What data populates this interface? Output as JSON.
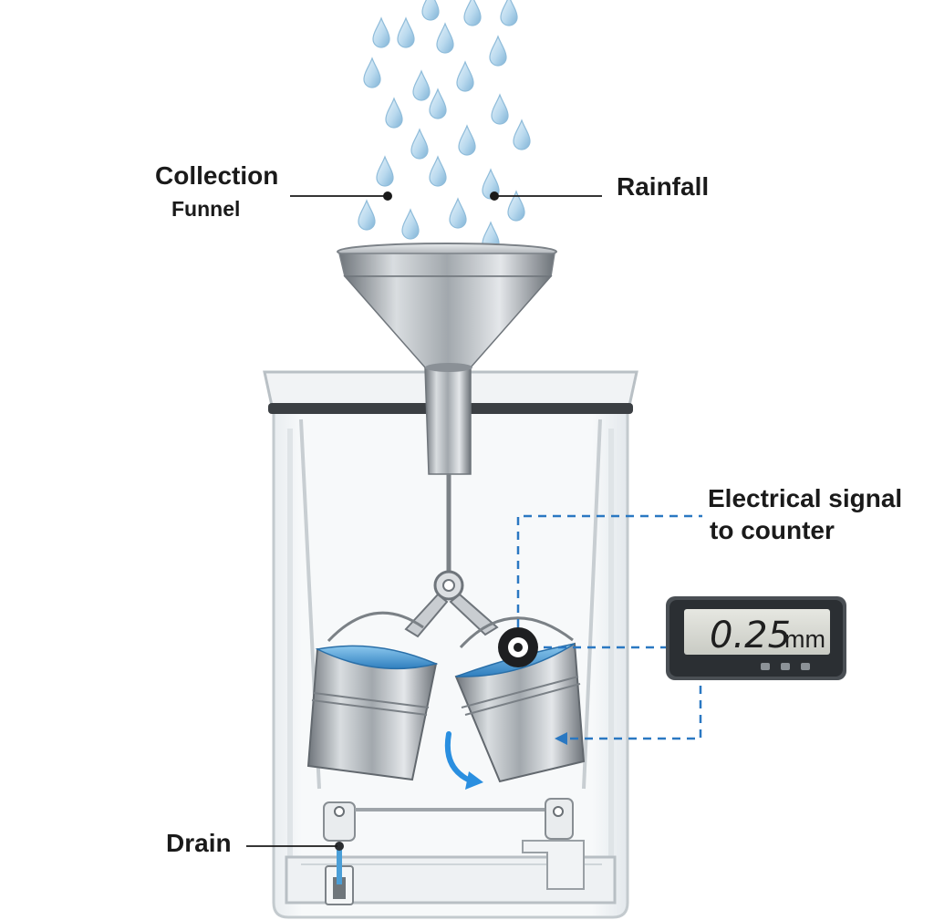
{
  "labels": {
    "collection_funnel_line1": "Collection",
    "collection_funnel_line2": "Funnel",
    "rainfall": "Rainfall",
    "signal_line1": "Electrical signal",
    "signal_line2": "to counter",
    "drain": "Drain"
  },
  "counter_display": {
    "value": "0.25",
    "unit": "mm"
  },
  "colors": {
    "water": "#4a9fd8",
    "metal": "#a9aeb3",
    "signal_line": "#2a78c2",
    "text": "#1a1a1a",
    "tip_arrow": "#2a8fe0"
  }
}
